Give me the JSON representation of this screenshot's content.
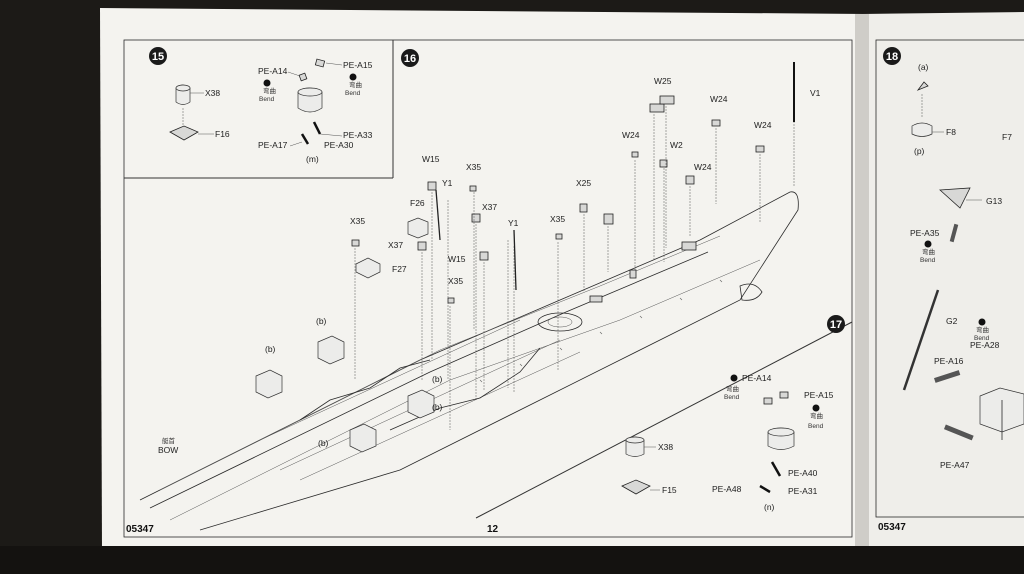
{
  "page": {
    "page_number": "12",
    "code_left": "05347",
    "code_right": "05347"
  },
  "steps": {
    "s15": "15",
    "s16": "16",
    "s17": "17",
    "s18": "18"
  },
  "bend": {
    "cn": "弯曲",
    "en": "Bend"
  },
  "bow": {
    "cn": "艇首",
    "en": "BOW"
  },
  "labels": {
    "X38": "X38",
    "F16": "F16",
    "PE_A14": "PE-A14",
    "PE_A15": "PE-A15",
    "PE_A17": "PE-A17",
    "PE_A30": "PE-A30",
    "PE_A33": "PE-A33",
    "m": "(m)",
    "W15": "W15",
    "Y1": "Y1",
    "F26": "F26",
    "X35": "X35",
    "X37": "X37",
    "F27": "F27",
    "b": "(b)",
    "X25": "X25",
    "W25": "W25",
    "W24": "W24",
    "W2": "W2",
    "V1": "V1",
    "X38b": "X38",
    "F15": "F15",
    "PE_A40": "PE-A40",
    "PE_A48": "PE-A48",
    "PE_A31": "PE-A31",
    "n": "(n)",
    "a": "(a)",
    "F8": "F8",
    "p": "(p)",
    "F7": "F7",
    "G13": "G13",
    "PE_A35": "PE-A35",
    "G2": "G2",
    "PE_A28": "PE-A28",
    "PE_A16": "PE-A16",
    "PE_A47": "PE-A47"
  }
}
